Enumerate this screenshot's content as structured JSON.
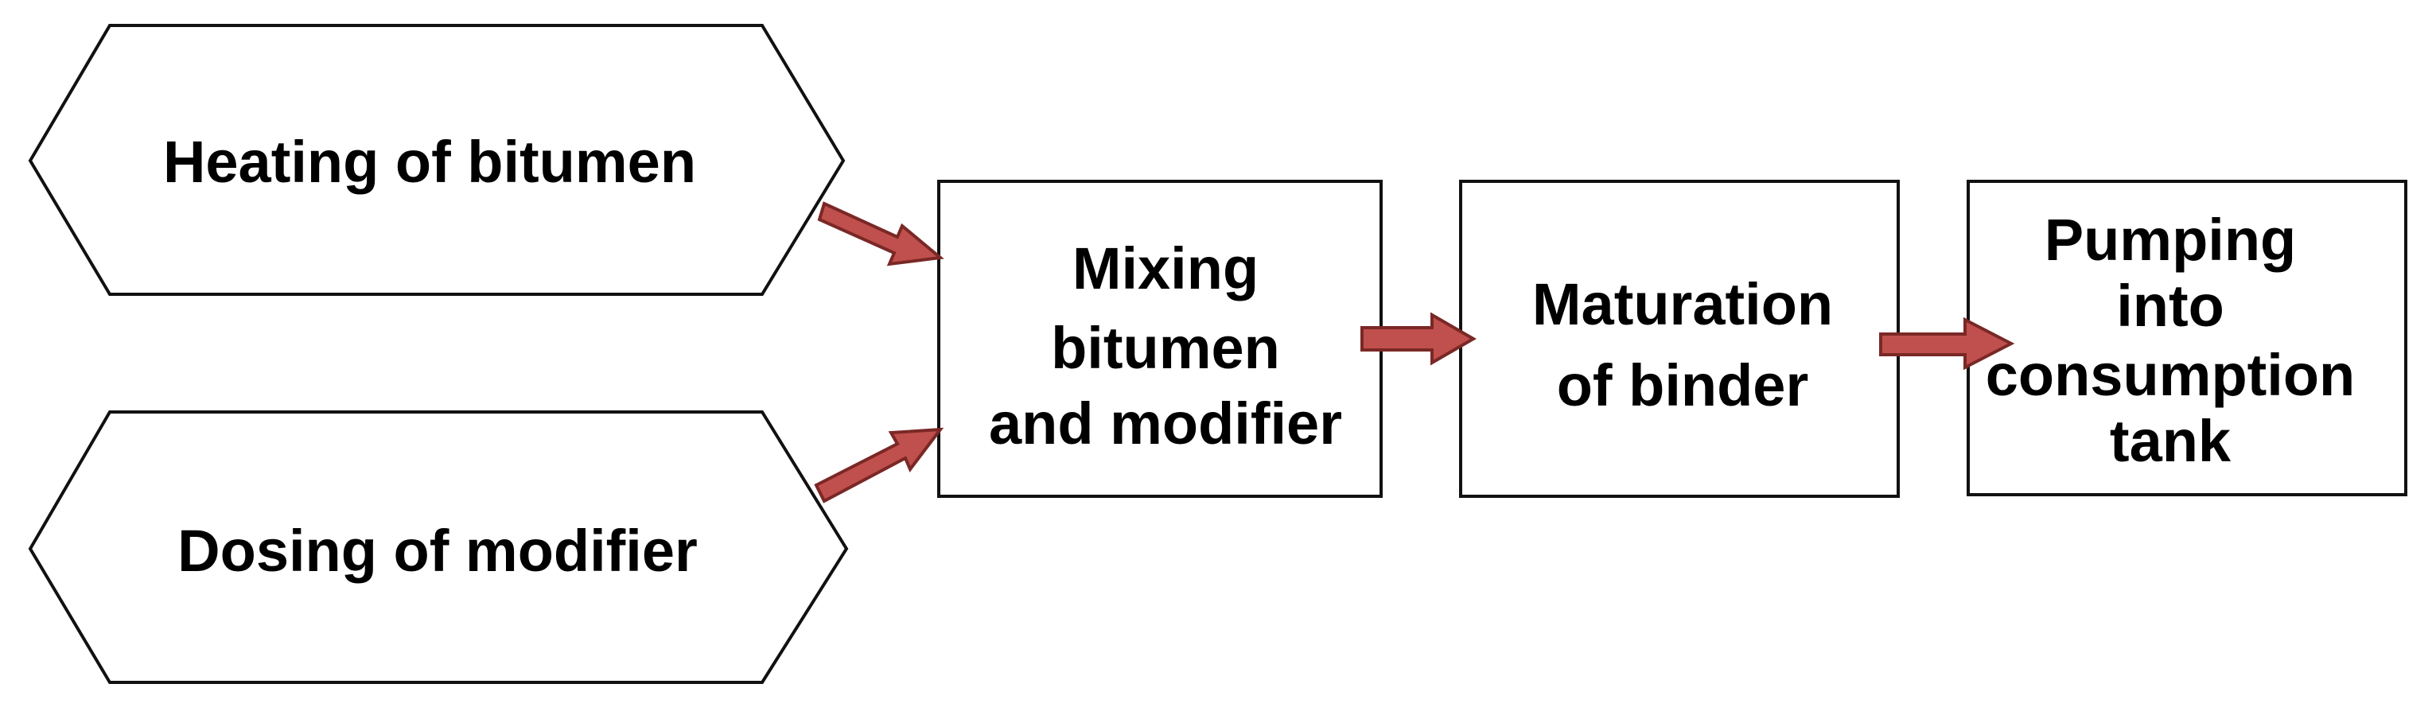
{
  "nodes": {
    "heating": {
      "lines": [
        "Heating of bitumen"
      ]
    },
    "dosing": {
      "lines": [
        "Dosing of modifier"
      ]
    },
    "mixing": {
      "lines": [
        "Mixing",
        "bitumen",
        "and modifier"
      ]
    },
    "maturation": {
      "lines": [
        "Maturation",
        "of binder"
      ]
    },
    "pumping": {
      "lines": [
        "Pumping",
        "into",
        "consumption",
        "tank"
      ]
    }
  },
  "edges": [
    {
      "from": "heating",
      "to": "mixing"
    },
    {
      "from": "dosing",
      "to": "mixing"
    },
    {
      "from": "mixing",
      "to": "maturation"
    },
    {
      "from": "maturation",
      "to": "pumping"
    }
  ],
  "colors": {
    "arrow_fill": "#c0504d",
    "arrow_outline": "#7a2826",
    "box_stroke": "#111111",
    "text": "#000000"
  }
}
